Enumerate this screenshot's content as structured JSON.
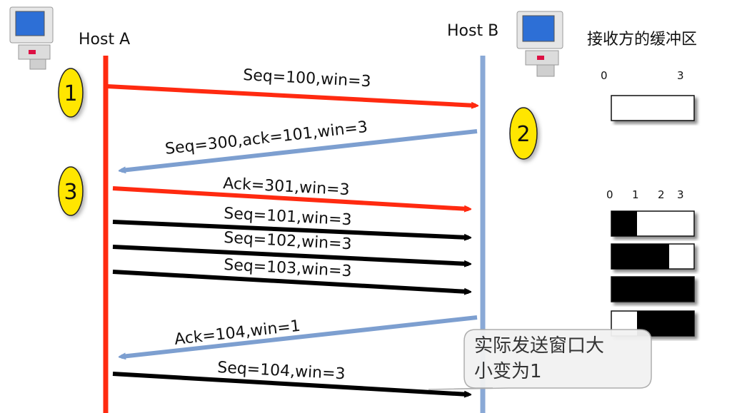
{
  "hosts": {
    "a_label": "Host A",
    "b_label": "Host B"
  },
  "buffer": {
    "title": "接收方的缓冲区",
    "scale1": [
      "0",
      "3"
    ],
    "scale2": [
      "0",
      "1",
      "2",
      "3"
    ],
    "states": [
      {
        "filled_slots": [],
        "total": 4
      },
      {
        "filled_slots": [
          0
        ],
        "total": 4
      },
      {
        "filled_slots": [
          0,
          1
        ],
        "total": 4
      },
      {
        "filled_slots": [
          0,
          1,
          2,
          3
        ],
        "total": 4
      },
      {
        "filled_slots": [
          1,
          2,
          3
        ],
        "total": 4
      }
    ]
  },
  "steps": [
    "1",
    "2",
    "3"
  ],
  "messages": [
    {
      "text": "Seq=100,win=3",
      "from": "A",
      "color": "#ff2a10"
    },
    {
      "text": "Seq=300,ack=101,win=3",
      "from": "B",
      "color": "#7d9fd0"
    },
    {
      "text": "Ack=301,win=3",
      "from": "A",
      "color": "#ff2a10"
    },
    {
      "text": "Seq=101,win=3",
      "from": "A",
      "color": "#000000"
    },
    {
      "text": "Seq=102,win=3",
      "from": "A",
      "color": "#000000"
    },
    {
      "text": "Seq=103,win=3",
      "from": "A",
      "color": "#000000"
    },
    {
      "text": "Ack=104,win=1",
      "from": "B",
      "color": "#7d9fd0"
    },
    {
      "text": "Seq=104,win=3",
      "from": "A",
      "color": "#000000"
    }
  ],
  "callout": {
    "line1": "实际发送窗口大",
    "line2": "小变为1"
  },
  "colors": {
    "host_a_line": "#ff2a10",
    "host_b_line": "#8aa9d6",
    "step_badge": "#ffe600"
  }
}
